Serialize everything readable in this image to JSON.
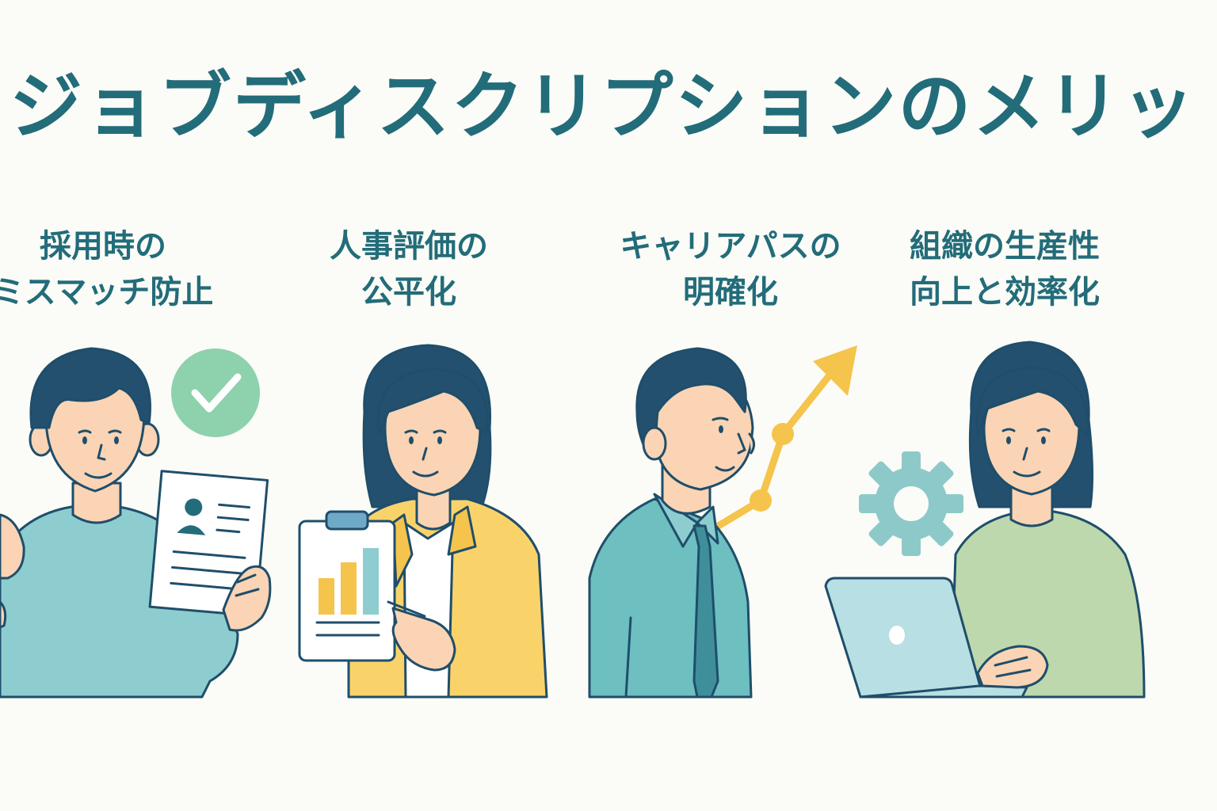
{
  "title": "ジョブディスクリプションのメリット",
  "benefits": [
    {
      "line1": "採用時の",
      "line2": "ミスマッチ防止",
      "icon": "check-circle-icon"
    },
    {
      "line1": "人事評価の",
      "line2": "公平化",
      "icon": "bar-chart-icon"
    },
    {
      "line1": "キャリアパスの",
      "line2": "明確化",
      "icon": "growth-arrow-icon"
    },
    {
      "line1": "組織の生産性",
      "line2": "向上と効率化",
      "icon": "gear-icon"
    }
  ],
  "colors": {
    "title": "#236c7a",
    "outline": "#1f4e6b",
    "hair": "#23506e",
    "skin": "#fad4b4",
    "check": "#8ed1ad",
    "yellow": "#f5c44c",
    "teal_shirt": "#6dbfc0",
    "blue_shirt": "#8ecdcf",
    "green_shirt": "#bdd8ad",
    "gear": "#8ec9c9",
    "laptop": "#b8dfe3"
  }
}
